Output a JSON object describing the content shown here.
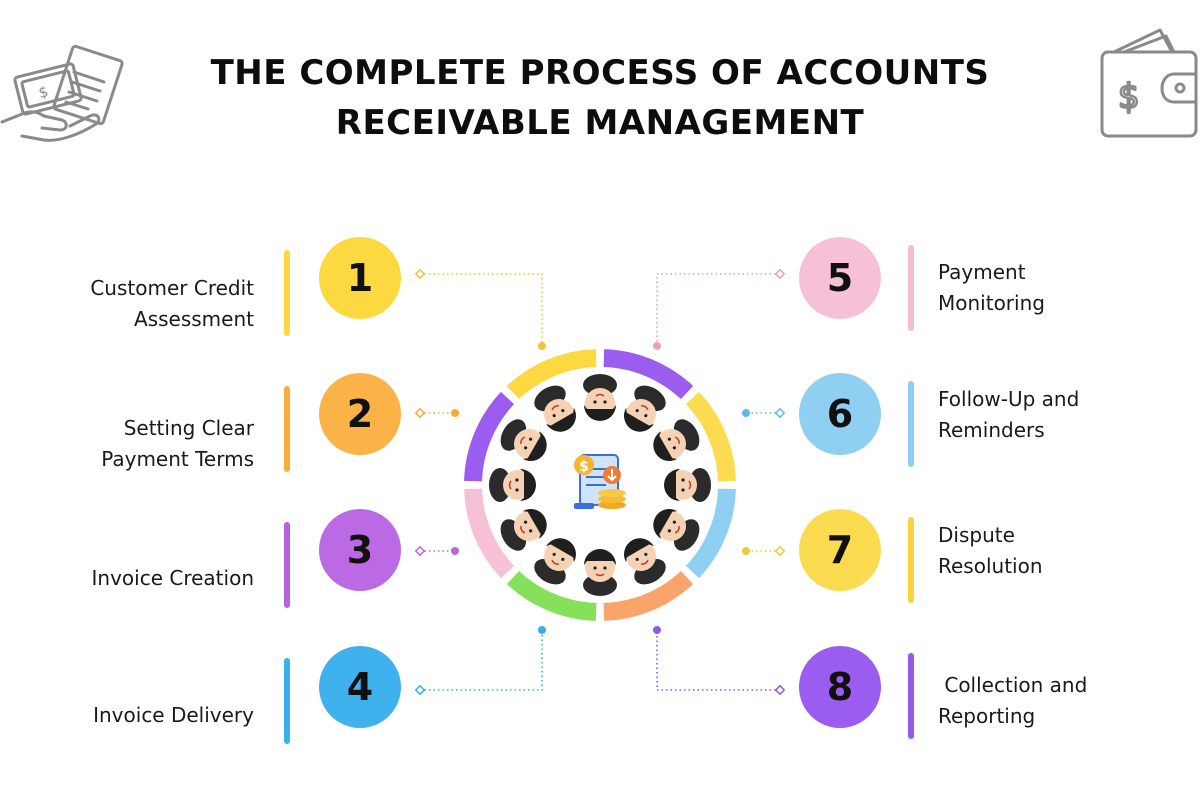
{
  "title": {
    "line1": "THE COMPLETE PROCESS OF ACCOUNTS",
    "line2": "RECEIVABLE MANAGEMENT"
  },
  "icons": {
    "top_left": "cash-invoice-hand-icon",
    "top_right": "wallet-dollar-icon",
    "center": "receipt-coins-icon"
  },
  "colors": {
    "yellow": "#fcd941",
    "orange": "#fbb347",
    "purple": "#bc69e6",
    "blue": "#3fb2ee",
    "pink": "#f6c1d6",
    "light_blue": "#8fcff1",
    "bright_yellow": "#fbdb4f",
    "violet": "#9b5cf0",
    "green": "#86e05a",
    "peach": "#f9a56a"
  },
  "steps": [
    {
      "number": "1",
      "lines": [
        "Customer Credit",
        "Assessment"
      ],
      "color": "#fcd941",
      "bar": "#fcd941"
    },
    {
      "number": "2",
      "lines": [
        "Setting Clear",
        "Payment Terms"
      ],
      "color": "#fbb347",
      "bar": "#f9ad3c"
    },
    {
      "number": "3",
      "lines": [
        "Invoice Creation"
      ],
      "color": "#bc69e6",
      "bar": "#b564e0"
    },
    {
      "number": "4",
      "lines": [
        "Invoice Delivery"
      ],
      "color": "#3fb2ee",
      "bar": "#36b3ef"
    },
    {
      "number": "5",
      "lines": [
        "Payment",
        "Monitoring"
      ],
      "color": "#f6c1d6",
      "bar": "#f4bcd3"
    },
    {
      "number": "6",
      "lines": [
        "Follow-Up and",
        "Reminders"
      ],
      "color": "#8fcff1",
      "bar": "#8ccdf1"
    },
    {
      "number": "7",
      "lines": [
        "Dispute",
        "Resolution"
      ],
      "color": "#fbdb4f",
      "bar": "#f8d53e"
    },
    {
      "number": "8",
      "lines": [
        " Collection and",
        "Reporting"
      ],
      "color": "#9b5cf0",
      "bar": "#9758ee"
    }
  ]
}
